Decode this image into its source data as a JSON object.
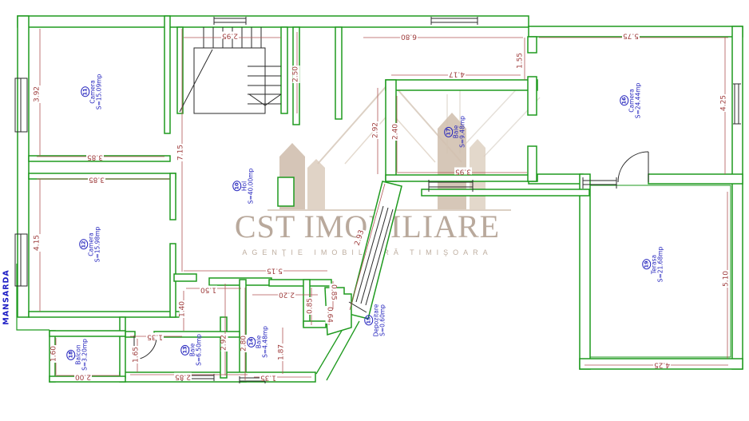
{
  "watermark": {
    "brand": "CST IMOBILIARE",
    "tagline": "AGENŢIE IMOBILIARĂ TIMIŞOARA"
  },
  "side_label": "MANSARDA",
  "rooms": [
    {
      "number": "10",
      "name": "Hol",
      "area": "S=40.00mp"
    },
    {
      "number": "11",
      "name": "Camera",
      "area": "S=15.09mp"
    },
    {
      "number": "12",
      "name": "Camera",
      "area": "S=15.98mp"
    },
    {
      "number": "13",
      "name": "Baie",
      "area": "S=6.50mp"
    },
    {
      "number": "14",
      "name": "Baie",
      "area": "S=4.48mp"
    },
    {
      "number": "15",
      "name": "Depozitare",
      "area": "S=0.60mp"
    },
    {
      "number": "16",
      "name": "Camera",
      "area": "S=24.44mp"
    },
    {
      "number": "17",
      "name": "Baie",
      "area": "S=9.48mp"
    },
    {
      "number": "18",
      "name": "Balcon",
      "area": "S=3.20mp"
    },
    {
      "number": "19",
      "name": "Terasa",
      "area": "S=21.68mp"
    }
  ],
  "dims": [
    "3.92",
    "2.95",
    "2.50",
    "6.80",
    "1.55",
    "4.17",
    "5.75",
    "4.25",
    "2.92",
    "2.40",
    "3.95",
    "7.15",
    "3.85",
    "3.85",
    "4.15",
    "2.93",
    "5.15",
    "1.50",
    "1.40",
    "1.35",
    "2.20",
    "0.85",
    "0.85",
    "0.64",
    "1.87",
    "1.35",
    "2.80",
    "2.92",
    "2.85",
    "1.65",
    "1.60",
    "2.00",
    "5.10",
    "4.25"
  ],
  "colors": {
    "wall_green": "#1e9a1e",
    "dimension_red": "#9e3c3c",
    "label_blue": "#2323bd",
    "drawing_black": "#2a2a2a",
    "watermark_tan": "#b9a695"
  }
}
